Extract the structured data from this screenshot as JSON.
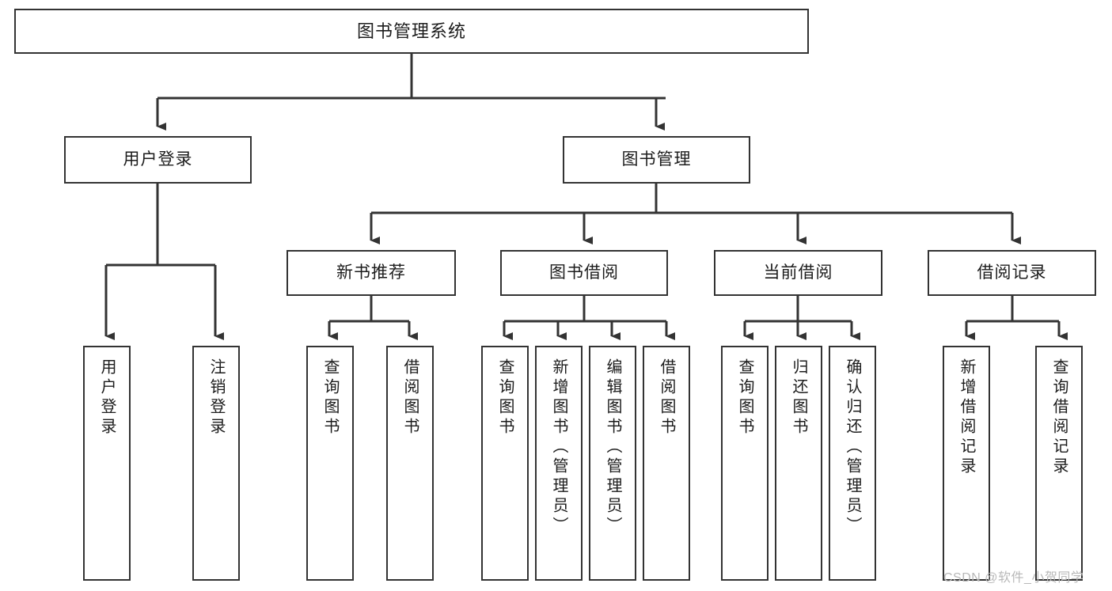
{
  "diagram": {
    "title": "图书管理系统",
    "type": "hierarchy-tree",
    "stroke_color": "#333333",
    "fill_color": "#ffffff",
    "text_color": "#1c1c1c"
  },
  "root": {
    "label": "图书管理系统"
  },
  "level2": [
    {
      "label": "用户登录"
    },
    {
      "label": "图书管理"
    }
  ],
  "level3": [
    {
      "label": "新书推荐"
    },
    {
      "label": "图书借阅"
    },
    {
      "label": "当前借阅"
    },
    {
      "label": "借阅记录"
    }
  ],
  "leaves": {
    "user_login": [
      {
        "label": "用户登录"
      },
      {
        "label": "注销登录"
      }
    ],
    "new_book_recommend": [
      {
        "label": "查询图书"
      },
      {
        "label": "借阅图书"
      }
    ],
    "book_borrow": [
      {
        "label": "查询图书"
      },
      {
        "label": "新增图书（管理员）"
      },
      {
        "label": "编辑图书（管理员）"
      },
      {
        "label": "借阅图书"
      }
    ],
    "current_borrow": [
      {
        "label": "查询图书"
      },
      {
        "label": "归还图书"
      },
      {
        "label": "确认归还（管理员）"
      }
    ],
    "borrow_record": [
      {
        "label": "新增借阅记录"
      },
      {
        "label": "查询借阅记录"
      }
    ]
  },
  "watermark": {
    "text": "CSDN @软件_小贺同学"
  }
}
